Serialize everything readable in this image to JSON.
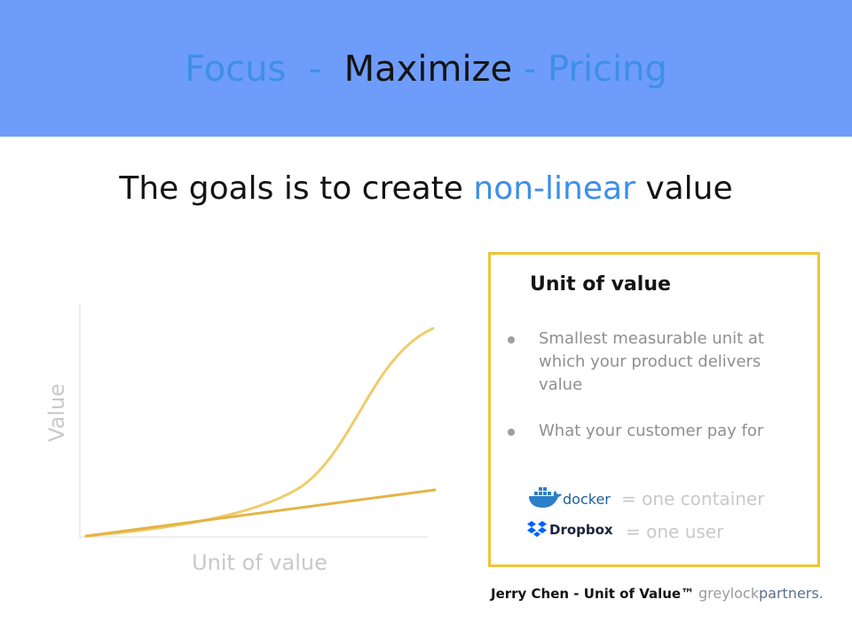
{
  "header": {
    "part1": "Focus  - ",
    "part2": " Maximize",
    "part3": " - Pricing"
  },
  "subtitle": {
    "before": "The goals is to create ",
    "highlight": "non-linear",
    "after": " value"
  },
  "chart": {
    "ylabel": "Value",
    "xlabel": "Unit of value",
    "curve_color": "#f0cc6a",
    "line_color": "#e3b446",
    "axis_color": "#dddddd"
  },
  "card": {
    "title": "Unit of value",
    "bullets": [
      "Smallest measurable unit at which your product delivers value",
      "What your customer pay for"
    ],
    "examples": [
      {
        "logo": "docker",
        "text": "= one container"
      },
      {
        "logo": "Dropbox",
        "text": "= one user"
      }
    ],
    "border_color": "#f0c43a"
  },
  "footer": {
    "credit": "Jerry Chen - Unit of Value™",
    "brand_light": "greylock",
    "brand_strong": "partners."
  },
  "colors": {
    "header_bg": "#6e9cfb",
    "accent_blue": "#3d8fe8"
  }
}
